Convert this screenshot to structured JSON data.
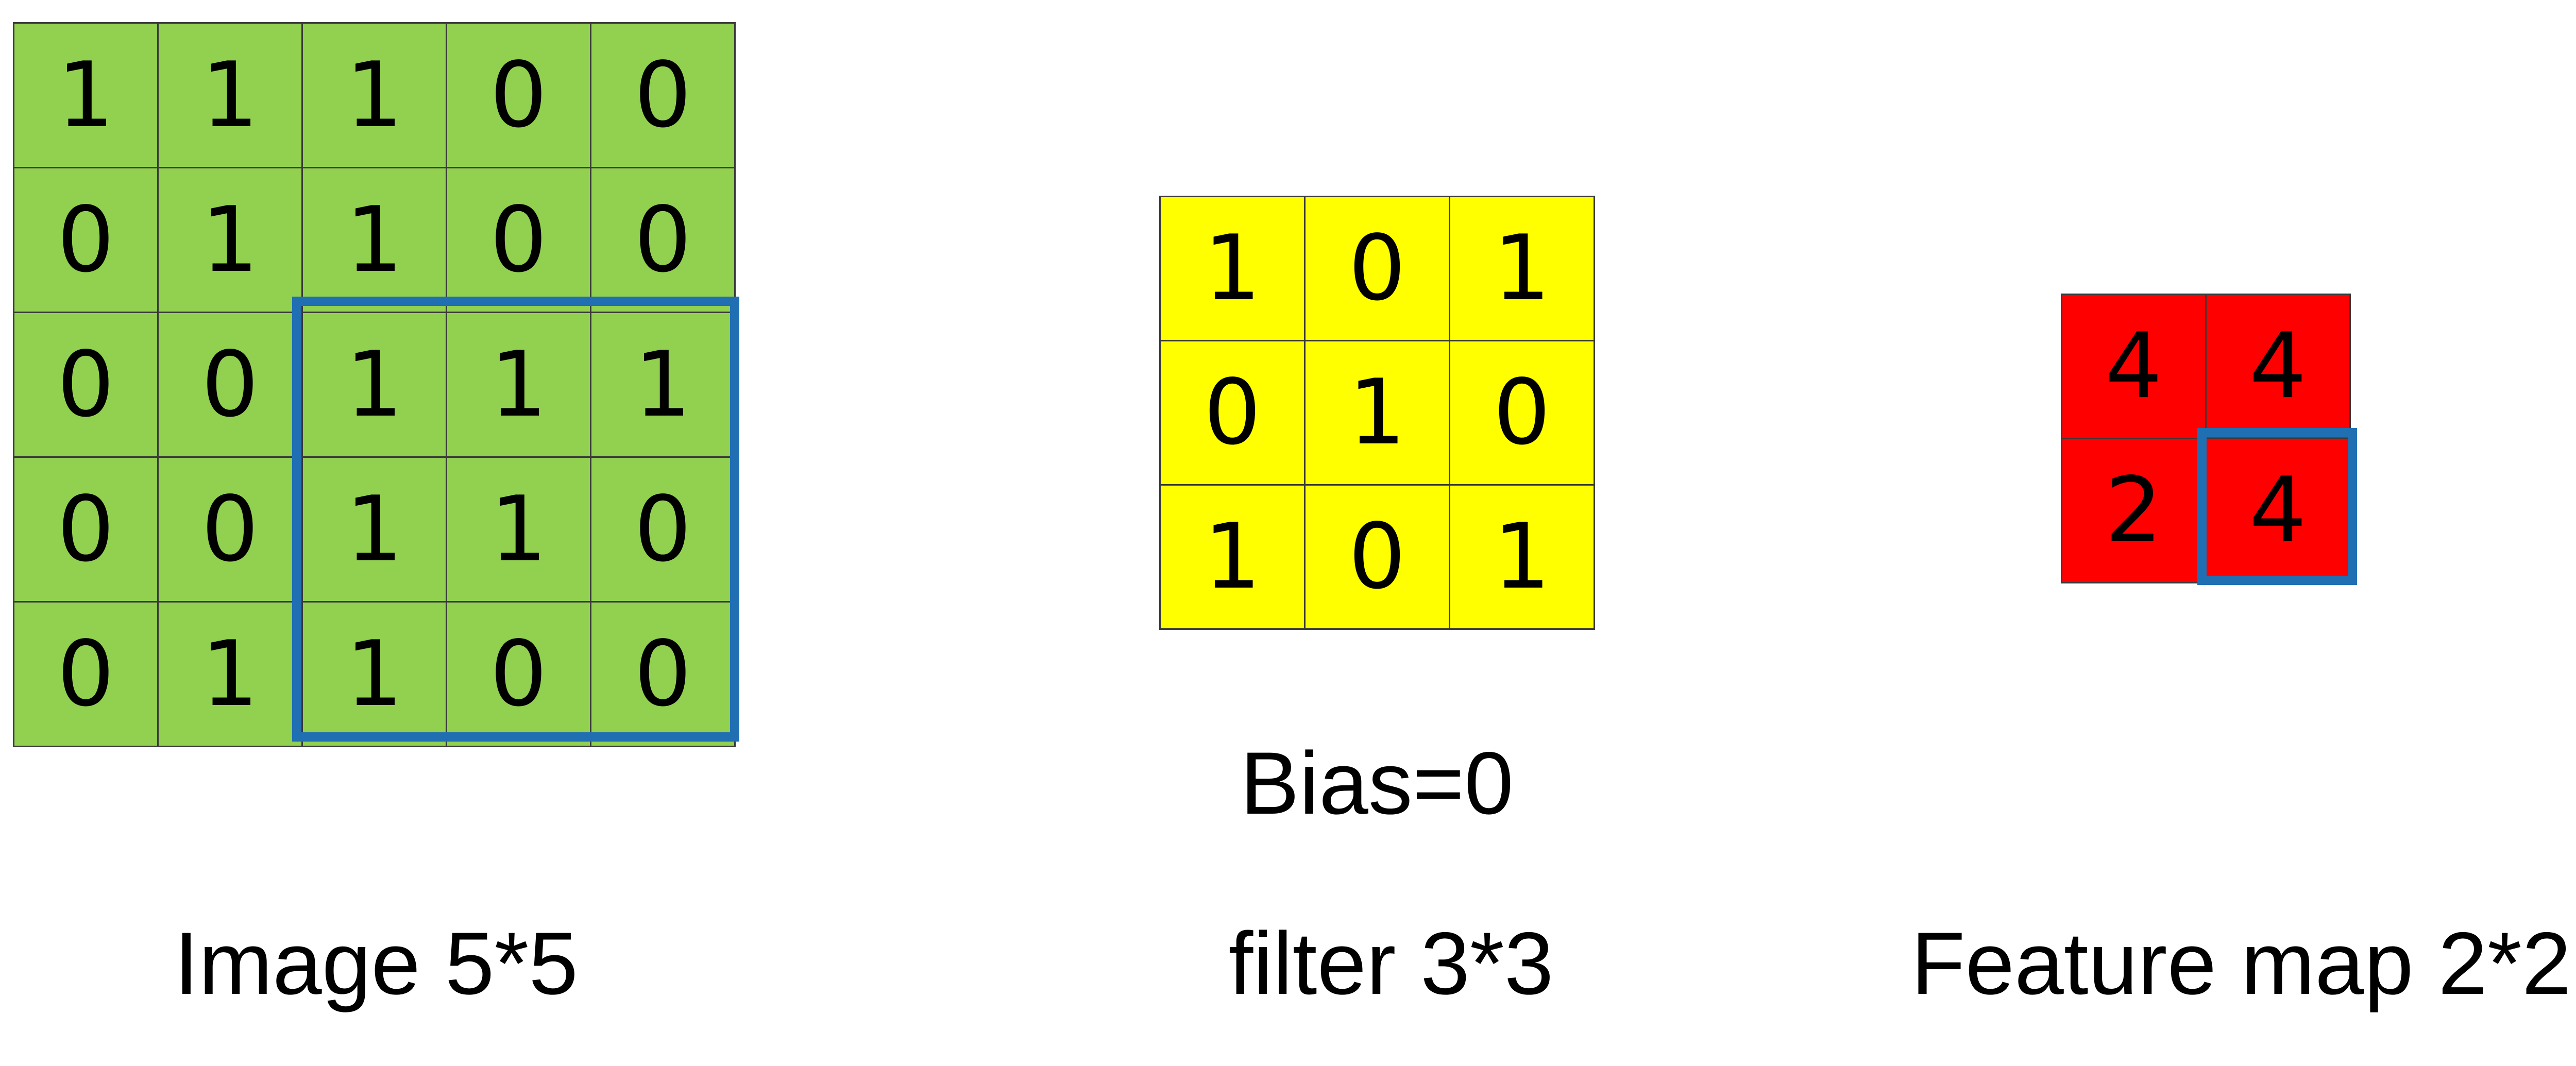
{
  "colors": {
    "image_cell": "#92d050",
    "filter_cell": "#ffff00",
    "feature_cell": "#ff0000",
    "highlight_border": "#1f6fb2"
  },
  "image": {
    "caption": "Image 5*5",
    "cells": [
      [
        "1",
        "1",
        "1",
        "0",
        "0"
      ],
      [
        "0",
        "1",
        "1",
        "0",
        "0"
      ],
      [
        "0",
        "0",
        "1",
        "1",
        "1"
      ],
      [
        "0",
        "0",
        "1",
        "1",
        "0"
      ],
      [
        "0",
        "1",
        "1",
        "0",
        "0"
      ]
    ]
  },
  "filter": {
    "caption": "filter 3*3",
    "bias_label": "Bias=0",
    "cells": [
      [
        "1",
        "0",
        "1"
      ],
      [
        "0",
        "1",
        "0"
      ],
      [
        "1",
        "0",
        "1"
      ]
    ]
  },
  "feature_map": {
    "caption": "Feature map 2*2",
    "cells": [
      [
        "4",
        "4"
      ],
      [
        "2",
        "4"
      ]
    ]
  }
}
